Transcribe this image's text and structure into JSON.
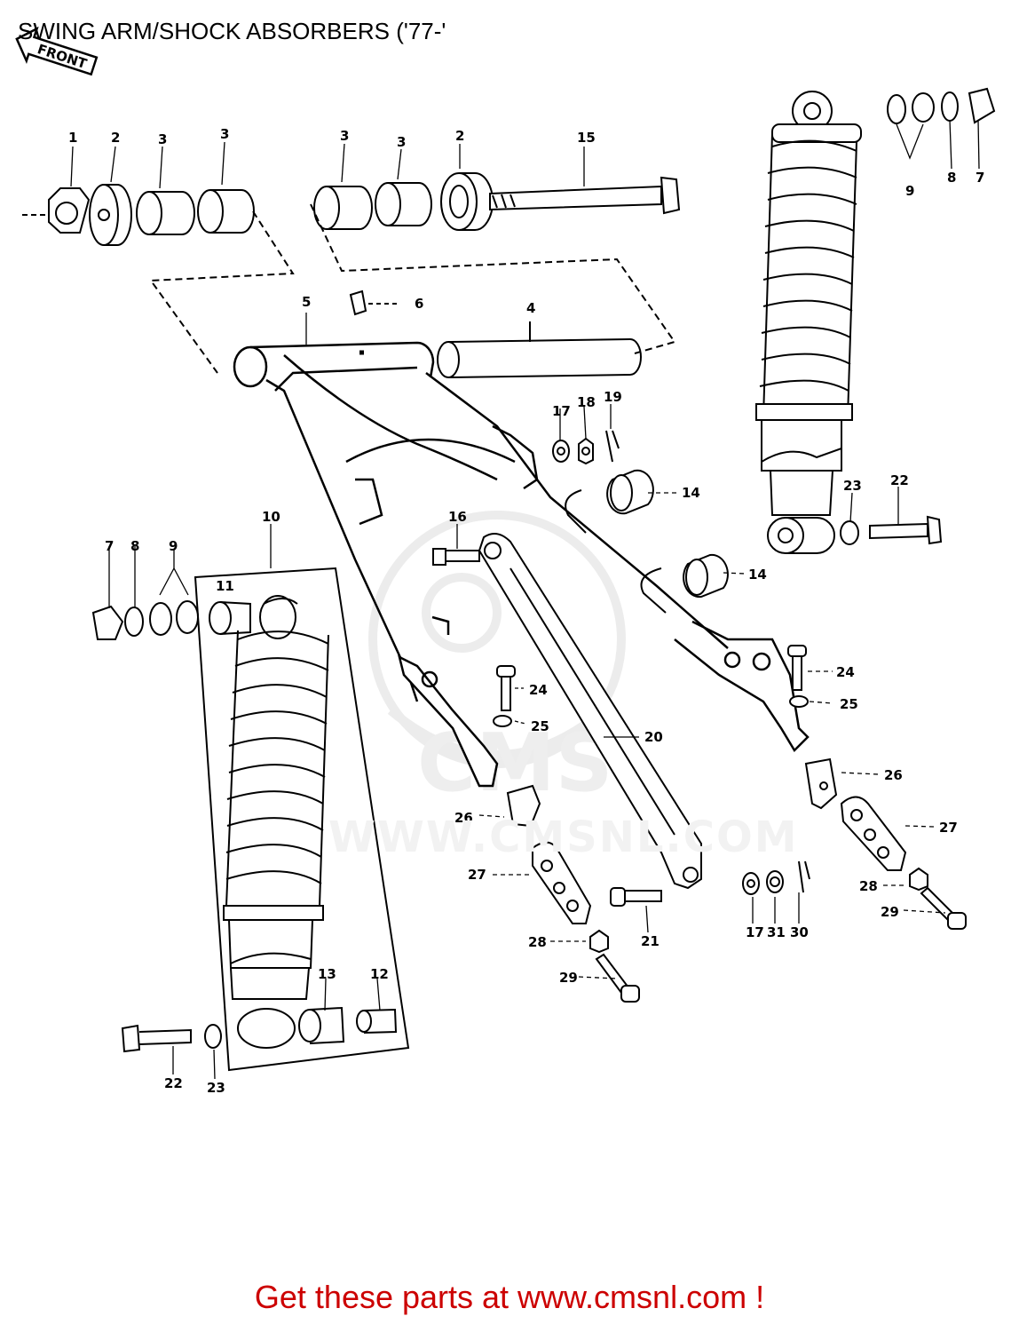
{
  "title": "SWING ARM/SHOCK ABSORBERS ('77-'",
  "front_label": "FRONT",
  "watermark": "WWW.CMSNL.COM",
  "watermark_logo": "CMS",
  "footer": "Get these parts at www.cmsnl.com !",
  "colors": {
    "footer": "#cc0000",
    "line": "#000000",
    "watermark": "#ececec"
  },
  "callouts": {
    "c1": "1",
    "c2a": "2",
    "c3a": "3",
    "c3b": "3",
    "c3c": "3",
    "c3d": "3",
    "c2b": "2",
    "c15": "15",
    "c9a": "9",
    "c8a": "8",
    "c7a": "7",
    "c5": "5",
    "c6": "6",
    "c4": "4",
    "c17a": "17",
    "c18": "18",
    "c19": "19",
    "c14a": "14",
    "c14b": "14",
    "c23a": "23",
    "c22a": "22",
    "c16": "16",
    "c10": "10",
    "c7b": "7",
    "c8b": "8",
    "c9b": "9",
    "c11": "11",
    "c24a": "24",
    "c25a": "25",
    "c20": "20",
    "c24b": "24",
    "c25b": "25",
    "c26a": "26",
    "c26b": "26",
    "c27a": "27",
    "c27b": "27",
    "c28a": "28",
    "c28b": "28",
    "c29a": "29",
    "c29b": "29",
    "c21": "21",
    "c17b": "17",
    "c31": "31",
    "c30": "30",
    "c13": "13",
    "c12": "12",
    "c22b": "22",
    "c23b": "23"
  }
}
